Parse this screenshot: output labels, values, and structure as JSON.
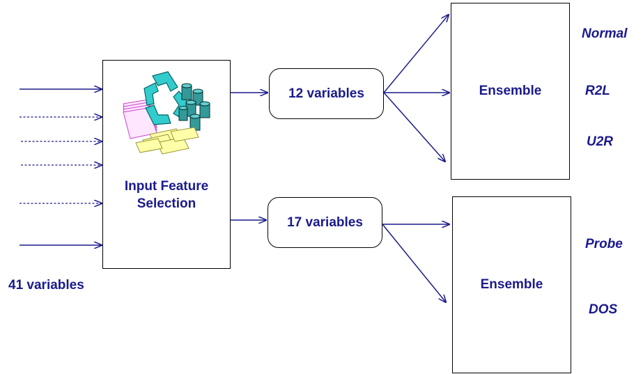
{
  "input_label": "41 variables",
  "selector": {
    "title_line1": "Input Feature",
    "title_line2": "Selection",
    "icon": "recycle-database-documents-icon"
  },
  "branches": [
    {
      "variables_label": "12 variables",
      "ensemble_label": "Ensemble",
      "outputs": [
        "Normal",
        "R2L",
        "U2R"
      ]
    },
    {
      "variables_label": "17 variables",
      "ensemble_label": "Ensemble",
      "outputs": [
        "Probe",
        "DOS"
      ]
    }
  ],
  "colors": {
    "text": "#1a1a8c",
    "arrow": "#1a1a8c",
    "border": "#000000",
    "recycle": "#33cccc"
  }
}
